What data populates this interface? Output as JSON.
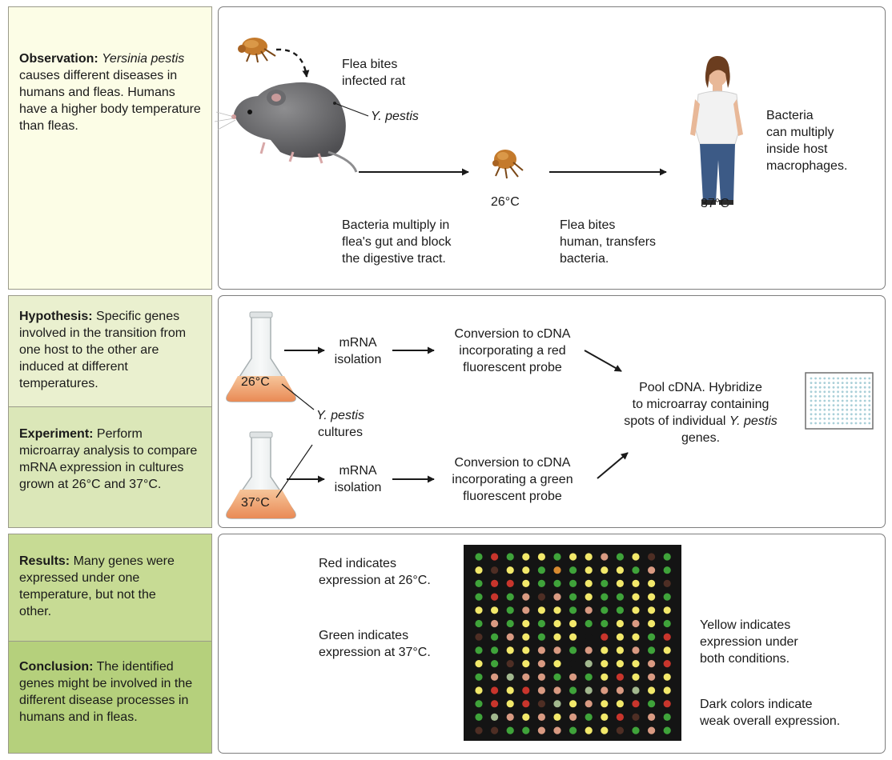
{
  "observation": {
    "heading": "Observation:",
    "species": "Yersinia pestis",
    "text": "causes different diseases in humans and fleas. Humans have a higher body temperature than fleas."
  },
  "hypothesis": {
    "heading": "Hypothesis:",
    "text": "Specific genes involved in the transition from one host to the other are induced at different temperatures."
  },
  "experiment": {
    "heading": "Experiment:",
    "text": "Perform microarray analysis to compare mRNA expression in cultures grown at 26°C and 37°C."
  },
  "results": {
    "heading": "Results:",
    "text": "Many genes were expressed under one temperature, but not the other."
  },
  "conclusion": {
    "heading": "Conclusion:",
    "text": "The identified genes might be involved in the different disease processes in humans and in fleas."
  },
  "top_diagram": {
    "flea_bites_rat": [
      "Flea bites",
      "infected rat"
    ],
    "y_pestis_label": "Y. pestis",
    "flea_temp": "26°C",
    "human_temp": "37°C",
    "multiply_gut": [
      "Bacteria multiply in",
      "flea's gut and block",
      "the digestive tract."
    ],
    "flea_bites_human": [
      "Flea bites",
      "human, transfers",
      "bacteria."
    ],
    "macrophages": [
      "Bacteria",
      "can multiply",
      "inside host",
      "macrophages."
    ]
  },
  "middle_diagram": {
    "flask1_temp": "26°C",
    "flask2_temp": "37°C",
    "cultures_label_italic": "Y. pestis",
    "cultures_label": "cultures",
    "mrna_1": [
      "mRNA",
      "isolation"
    ],
    "mrna_2": [
      "mRNA",
      "isolation"
    ],
    "red_probe": [
      "Conversion to cDNA",
      "incorporating a red",
      "fluorescent probe"
    ],
    "green_probe": [
      "Conversion to cDNA",
      "incorporating a green",
      "fluorescent probe"
    ],
    "pool_line1": "Pool cDNA. Hybridize",
    "pool_line2": "to microarray containing",
    "pool_line3_pre": "spots of individual",
    "pool_line3_italic": "Y. pestis",
    "pool_line4": "genes."
  },
  "bottom_diagram": {
    "red_note": [
      "Red indicates",
      "expression at 26°C."
    ],
    "green_note": [
      "Green indicates",
      "expression at 37°C."
    ],
    "yellow_note": [
      "Yellow indicates",
      "expression under",
      "both conditions."
    ],
    "dark_note": [
      "Dark colors indicate",
      "weak overall expression."
    ],
    "spot_colors": {
      "R": "#c8352c",
      "G": "#3fa33a",
      "Y": "#f2e86a",
      "D": "#4e2e24",
      "S": "#d99a82",
      "K": "#2f4a2a",
      "O": "#d98a30",
      "W": "#a2b88e",
      "_": "#141414"
    },
    "spot_rows": [
      "GRGYYGYYSGYDG",
      "YDYYGOGYYYGSG",
      "GRRYGGGYGYYYD",
      "GRGSDSGYGGYYG",
      "YYGSYYGSGGYYY",
      "GSGYGYYGGYSYG",
      "DGSYGYY_RYYGR",
      "GGYYSSGSYYSGY",
      "YGDYSY_WYYYSR",
      "GSWSSGSGYRYSY",
      "YRYRSSGWSSWYY",
      "GRYRDWYSYYRGR",
      "GWSYSYSGYRDSG",
      "DDGGSSGYYDGSG"
    ]
  }
}
